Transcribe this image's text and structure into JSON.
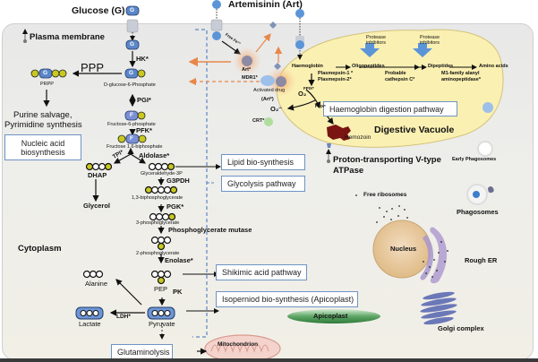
{
  "title": "Artemisinin (Art)",
  "glucose_label": "Glucose (G)",
  "plasma_membrane": "Plasma membrane",
  "cytoplasm": "Cytoplasm",
  "glycolysis": {
    "hk": "HK*",
    "g6p": "D-glucose-6-Phosphate",
    "pgi": "PGI*",
    "f6p": "Fructose-6-phosphate",
    "pfk": "PFK*",
    "f16bp": "Fructose 1,6-biphosphate",
    "tpi": "TPI*",
    "aldolase": "Aldolase*",
    "dhap": "DHAP",
    "glycerol": "Glycerol",
    "g3p": "Glyceraldehyde-3P",
    "g3pdh": "G3PDH",
    "bpg13": "1,3-biphosphoglycerate",
    "pgk": "PGK*",
    "pg3": "3-phosphoglycerate",
    "pgm": "Phosphoglycerate mutase",
    "pg2": "2-phosphoglycerate",
    "enolase": "Enolase*",
    "pep": "PEP",
    "pk": "PK",
    "pyruvate": "Pyruvate",
    "alanine": "Alanine",
    "ldh": "LDH*",
    "lactate": "Lactate"
  },
  "ppp": {
    "label": "PPP",
    "prpp": "PRPP",
    "purine": "Purine salvage,",
    "pyrimidine": "Pyrimidine synthesis"
  },
  "molecule_letters": {
    "glucose": "G",
    "fructose": "F",
    "phosphate": "P"
  },
  "pathway_boxes": {
    "nucleic_acid_line1": "Nucleic acid",
    "nucleic_acid_line2": "biosynthesis",
    "lipid": "Lipid bio-synthesis",
    "glycolysis": "Glycolysis pathway",
    "shikimic": "Shikimic acid pathway",
    "isoprenoid": "Isoperniod bio-synthesis (Apicoplast)",
    "glutaminolysis": "Glutaminolysis",
    "haemoglobin": "Haemoglobin digestion pathway"
  },
  "drug": {
    "free_fe": "Free Fe²⁺",
    "art_star": "Art*",
    "mdr1": "MDR1*",
    "activated_drug": "Activated drug",
    "art_paren": "(Art*)",
    "o2_minus": "O₂⁻",
    "o2": "O₂",
    "crt": "CRT*"
  },
  "vacuole": {
    "title": "Digestive Vacuole",
    "haemoglobin": "Haemoglobin",
    "protease_inhibitors_1": "Protease inhibitors",
    "protease_inhibitors_2": "Protease inhibitors",
    "oligopeptides": "Oligopeptides",
    "dipeptides": "Dipeptides",
    "amino_acids": "Amino acids",
    "plasmepsin1": "Plasmepsin-1 *",
    "plasmepsin2": "Plasmepsin-2*",
    "cathepsin_1": "Probable",
    "cathepsin_2": "cathepsin  C*",
    "m1_1": "M1-family alanyl",
    "m1_2": "aminopeptidase*",
    "fpix_1": "FPIX*",
    "fpix_2": "FPIX*",
    "hemozoin": "Hemozoin"
  },
  "organelles": {
    "proton_line1": "Proton-transporting V-type",
    "proton_line2": "ATPase",
    "early_phagosomes": "Early Phagosomes",
    "phagosomes": "Phagosomes",
    "free_ribosomes": "Free ribosomes",
    "nucleus": "Nucleus",
    "rough_er": "Rough ER",
    "golgi": "Golgi complex",
    "apicoplast": "Apicoplast",
    "mitochondrion": "Mitochondrion"
  },
  "colors": {
    "vacuole_fill": "#faf0b2",
    "molecule_blue": "#5b86c9",
    "phosphate_yellow": "#c8c820",
    "drug_orange": "#e8874a",
    "box_border": "#6f93c4",
    "apicoplast_green": "#4a9a55",
    "nucleus_tan": "#e7c99c",
    "er_purple": "#a38fc6",
    "golgi_blue": "#6b78b8",
    "hemozoin_red": "#7a1512",
    "mito_pink": "#e8b1a8"
  }
}
